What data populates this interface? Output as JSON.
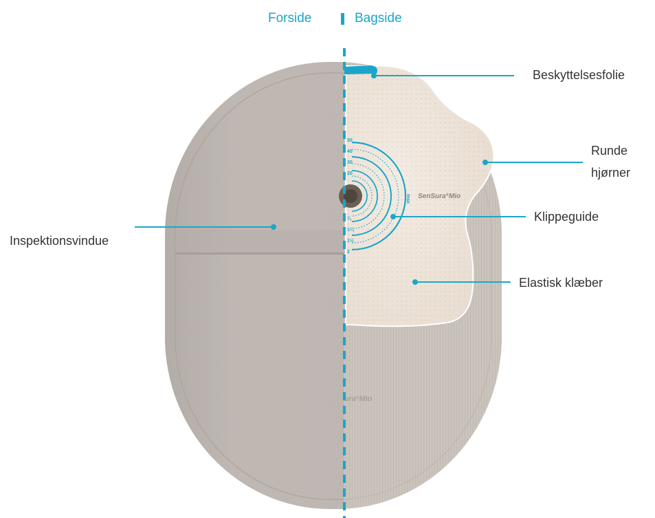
{
  "header": {
    "front_label": "Forside",
    "back_label": "Bagside"
  },
  "labels": {
    "inspection_window": "Inspektionsvindue",
    "protective_film": "Beskyttelsesfolie",
    "rounded_corners_line1": "Runde",
    "rounded_corners_line2": "hjørner",
    "cutting_guide": "Klippeguide",
    "elastic_adhesive": "Elastisk klæber"
  },
  "product": {
    "brand_adhesive": "SenSura",
    "brand_adhesive_suffix": "Mio",
    "brand_bag": "ura",
    "brand_bag_suffix": "Mio",
    "guide_marks_mm": [
      "50",
      "40",
      "30",
      "20"
    ],
    "guide_marks_inch": [
      "¾",
      "1¼",
      "1½",
      "2"
    ],
    "guide_max": "max"
  },
  "colors": {
    "accent": "#1aa6c8",
    "bag_front": "#bdb6b1",
    "bag_back": "#c9c2bc",
    "adhesive": "#ede4da",
    "text": "#333333"
  }
}
